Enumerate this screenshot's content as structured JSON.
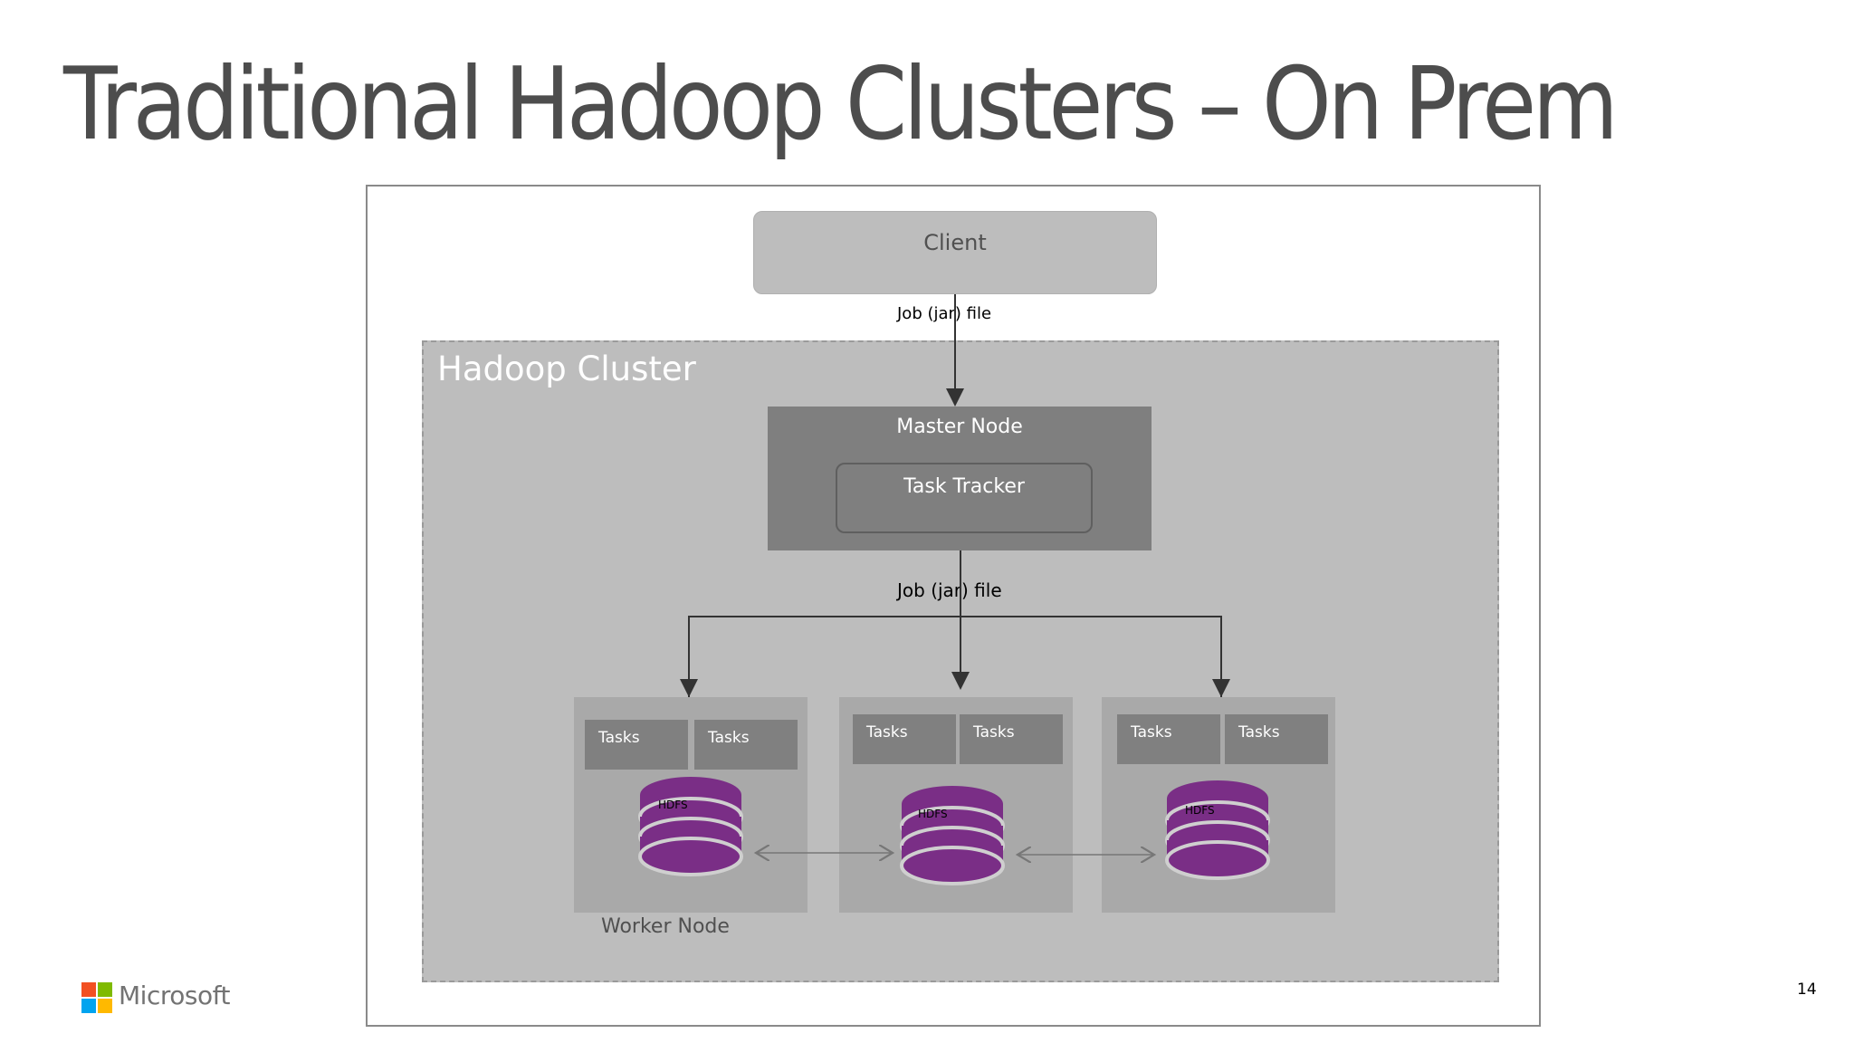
{
  "slide": {
    "title": "Traditional Hadoop Clusters – On Prem",
    "page_number": "14"
  },
  "diagram": {
    "client_label": "Client",
    "job_label_top": "Job   (jar) file",
    "cluster_label": "Hadoop Cluster",
    "master_label": "Master Node",
    "tracker_label": "Task Tracker",
    "job_label_mid": "Job   (jar) file",
    "workers": [
      {
        "task1": "Tasks",
        "task2": "Tasks",
        "hdfs": "HDFS"
      },
      {
        "task1": "Tasks",
        "task2": "Tasks",
        "hdfs": "HDFS"
      },
      {
        "task1": "Tasks",
        "task2": "Tasks",
        "hdfs": "HDFS"
      }
    ],
    "worker_label": "Worker Node",
    "db_color": "#7a2e86"
  },
  "footer": {
    "brand": "Microsoft",
    "logo_colors": [
      "#f25022",
      "#7fba00",
      "#00a4ef",
      "#ffb900"
    ]
  }
}
